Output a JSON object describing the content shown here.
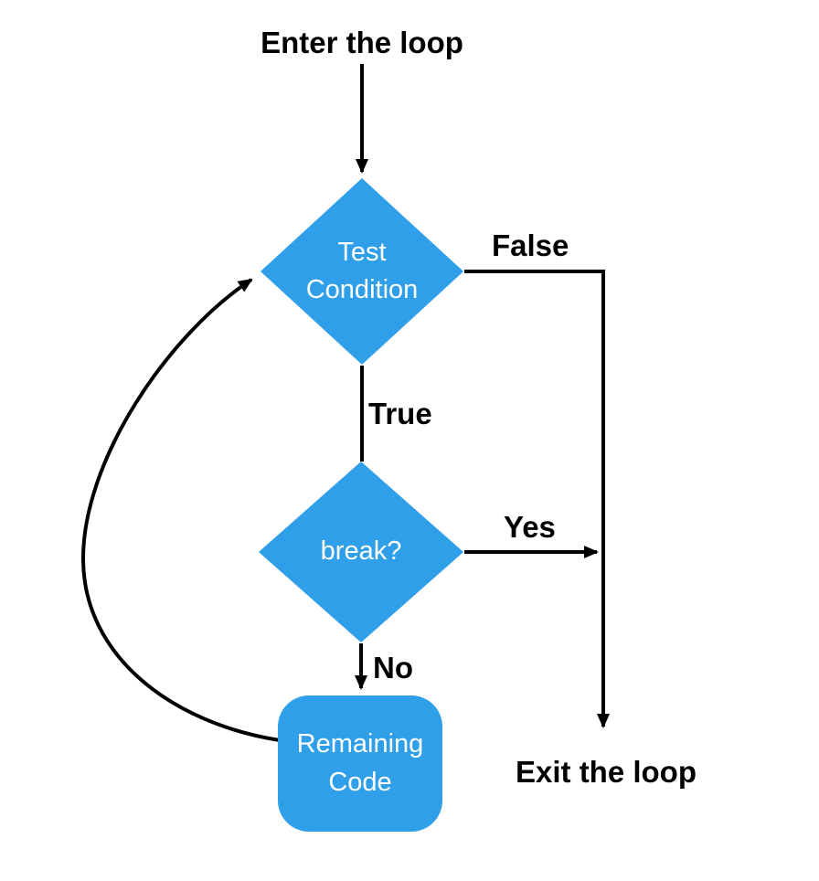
{
  "diagram": {
    "description": "Flowchart of loop execution with a break statement",
    "start_label": "Enter the loop",
    "end_label": "Exit the loop",
    "nodes": {
      "test_condition": {
        "type": "decision",
        "line1": "Test",
        "line2": "Condition"
      },
      "break_check": {
        "type": "decision",
        "text": "break?"
      },
      "remaining_code": {
        "type": "process",
        "line1": "Remaining",
        "line2": "Code"
      }
    },
    "edge_labels": {
      "false": "False",
      "true": "True",
      "yes": "Yes",
      "no": "No"
    },
    "edges": [
      {
        "from": "start",
        "to": "test_condition",
        "label": ""
      },
      {
        "from": "test_condition",
        "to": "exit",
        "label": "False"
      },
      {
        "from": "test_condition",
        "to": "break_check",
        "label": "True"
      },
      {
        "from": "break_check",
        "to": "exit",
        "label": "Yes"
      },
      {
        "from": "break_check",
        "to": "remaining_code",
        "label": "No"
      },
      {
        "from": "remaining_code",
        "to": "test_condition",
        "label": ""
      }
    ],
    "colors": {
      "node_fill": "#2E9FE8",
      "node_text": "#ffffff",
      "line_color": "#000000",
      "label_color": "#000000",
      "bg": "#ffffff"
    }
  }
}
